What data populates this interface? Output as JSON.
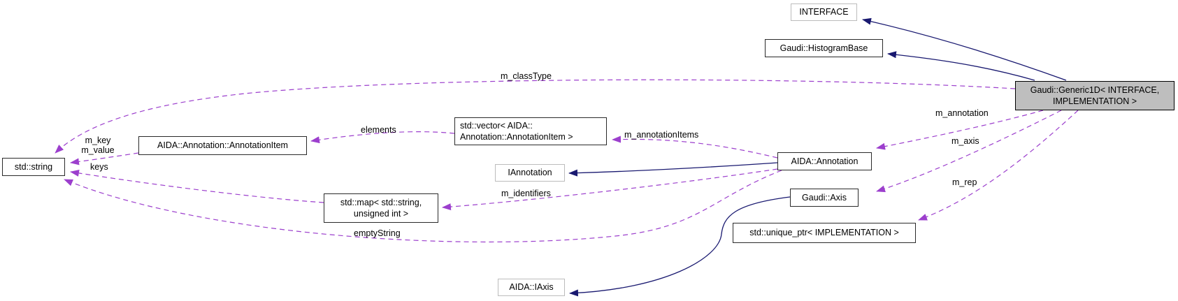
{
  "nodes": {
    "std_string": {
      "label": "std::string"
    },
    "annotation_item": {
      "label": "AIDA::Annotation::AnnotationItem"
    },
    "vector_item": {
      "line1": "std::vector< AIDA::",
      "line2": "Annotation::AnnotationItem >"
    },
    "iannotation": {
      "label": "IAnnotation"
    },
    "aida_annotation": {
      "label": "AIDA::Annotation"
    },
    "std_map": {
      "line1": "std::map< std::string,",
      "line2": "unsigned int >"
    },
    "gaudi_axis": {
      "label": "Gaudi::Axis"
    },
    "unique_ptr": {
      "label": "std::unique_ptr< IMPLEMENTATION >"
    },
    "aida_iaxis": {
      "label": "AIDA::IAxis"
    },
    "interface": {
      "label": "INTERFACE"
    },
    "histogram_base": {
      "label": "Gaudi::HistogramBase"
    },
    "generic1d": {
      "line1": "Gaudi::Generic1D< INTERFACE,",
      "line2": "IMPLEMENTATION >"
    }
  },
  "edge_labels": {
    "m_classType": "m_classType",
    "elements": "elements",
    "m_annotationItems": "m_annotationItems",
    "m_key": "m_key",
    "m_value": "m_value",
    "keys": "keys",
    "m_identifiers": "m_identifiers",
    "emptyString": "emptyString",
    "m_annotation": "m_annotation",
    "m_axis": "m_axis",
    "m_rep": "m_rep"
  },
  "colors": {
    "inheritance_edge": "#191970",
    "usage_edge": "#9c3fcd",
    "node_border": "#2a2a2a",
    "external_node_border": "#bcbcbc",
    "highlight_fill": "#bebebe",
    "background": "#ffffff"
  }
}
